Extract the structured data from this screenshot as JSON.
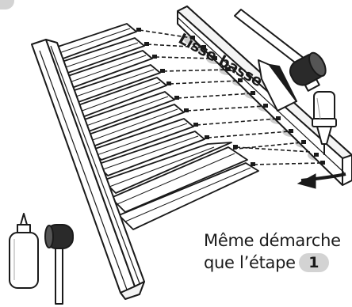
{
  "labels": {
    "rail": "Lisse basse",
    "caption_line1": "Même démarche",
    "caption_line2": "que l’étape",
    "step_number": "1"
  },
  "illustration": {
    "components": [
      "left-stile",
      "pickets",
      "bottom-rail",
      "dowels",
      "mallet",
      "glue-bottle",
      "wedge-block",
      "direction-arrow"
    ],
    "picket_count": 12
  },
  "colors": {
    "line": "#1a1a1a",
    "badge": "#d3d3d3",
    "glue_spot": "#cccccc",
    "wood": "#ffffff"
  }
}
